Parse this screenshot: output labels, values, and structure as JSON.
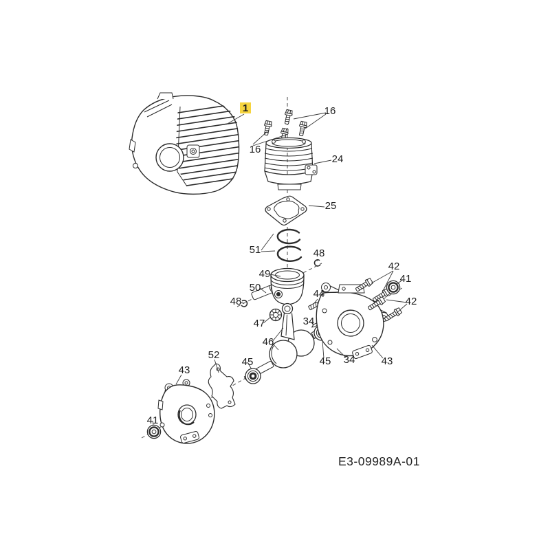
{
  "diagram": {
    "kind": "exploded-parts-diagram",
    "subject": "2-stroke engine short block / cylinder / crankcase assembly",
    "drawing_number": "E3-09989A-01",
    "background_color": "#ffffff",
    "line_color": "#2b2b2b",
    "highlight": {
      "bg": "#f6d43e",
      "text_color": "#a03b00",
      "applies_to": "callout 1"
    }
  },
  "callouts": [
    {
      "label": "1",
      "part": "engine-assembly",
      "highlighted": true
    },
    {
      "label": "16",
      "part": "cylinder-bolts-right-pair"
    },
    {
      "label": "16",
      "part": "cylinder-bolts-left-pair"
    },
    {
      "label": "24",
      "part": "cylinder"
    },
    {
      "label": "25",
      "part": "cylinder-base-gasket"
    },
    {
      "label": "51",
      "part": "piston-ring-set"
    },
    {
      "label": "48",
      "part": "piston-pin-retaining-clip-right"
    },
    {
      "label": "49",
      "part": "piston"
    },
    {
      "label": "42",
      "part": "crankcase-bolts-upper-pair"
    },
    {
      "label": "41",
      "part": "oil-seal-right"
    },
    {
      "label": "50",
      "part": "piston-pin"
    },
    {
      "label": "44",
      "part": "flat-key"
    },
    {
      "label": "42",
      "part": "crankcase-bolts-lower-pair"
    },
    {
      "label": "48",
      "part": "piston-pin-retaining-clip-left"
    },
    {
      "label": "34",
      "part": "woodruff-key-upper"
    },
    {
      "label": "47",
      "part": "needle-bearing-cage"
    },
    {
      "label": "46",
      "part": "crankshaft-with-connecting-rod"
    },
    {
      "label": "52",
      "part": "crankcase-gasket"
    },
    {
      "label": "45",
      "part": "ball-bearing-left"
    },
    {
      "label": "45",
      "part": "ball-bearing-right"
    },
    {
      "label": "34",
      "part": "woodruff-key-lower"
    },
    {
      "label": "43",
      "part": "crankcase-half-left"
    },
    {
      "label": "43",
      "part": "crankcase-half-right"
    },
    {
      "label": "41",
      "part": "oil-seal-left"
    }
  ]
}
